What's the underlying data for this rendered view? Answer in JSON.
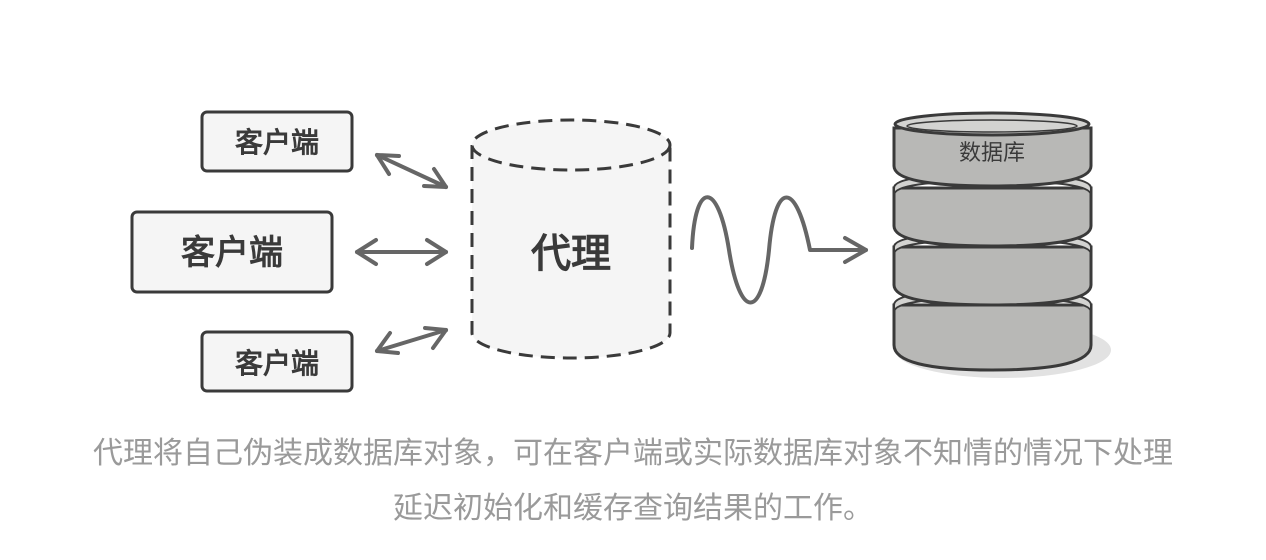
{
  "diagram": {
    "clients": [
      {
        "label": "客户端"
      },
      {
        "label": "客户端"
      },
      {
        "label": "客户端"
      }
    ],
    "proxy": {
      "label": "代理"
    },
    "database": {
      "label": "数据库"
    }
  },
  "caption": {
    "line1": "代理将自己伪装成数据库对象，可在客户端或实际数据库对象不知情的情况下处理",
    "line2": "延迟初始化和缓存查询结果的工作。"
  },
  "colors": {
    "stroke": "#3a3a3a",
    "box_fill": "#f5f5f5",
    "arrow": "#666666",
    "db_fill": "#b8b8b6",
    "db_shadow": "#e2e2e2",
    "caption": "#9a9a9a"
  }
}
